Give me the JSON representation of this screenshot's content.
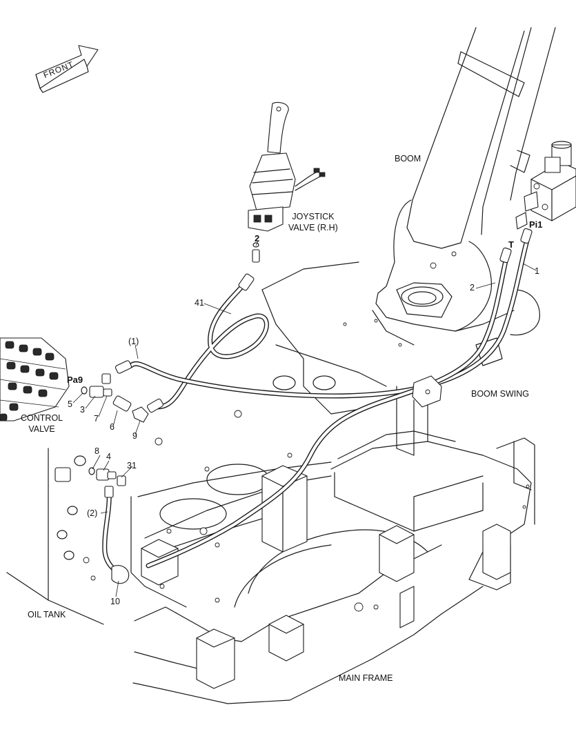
{
  "direction_arrow": {
    "label": "FRONT",
    "icon": "front-arrow-icon"
  },
  "components": {
    "boom": "BOOM",
    "joystick_line1": "JOYSTICK",
    "joystick_line2": "VALVE (R.H)",
    "boom_swing": "BOOM SWING",
    "control_valve_line1": "CONTROL",
    "control_valve_line2": "VALVE",
    "oil_tank": "OIL TANK",
    "main_frame": "MAIN FRAME"
  },
  "ports": {
    "pi1": "Pi1",
    "t": "T",
    "pa9": "Pa9",
    "joystick_port": "2"
  },
  "callouts": {
    "c1": "1",
    "c2": "2",
    "c41": "41",
    "c1_paren": "(1)",
    "c5": "5",
    "c3": "3",
    "c7": "7",
    "c6": "6",
    "c9": "9",
    "c8": "8",
    "c4": "4",
    "c31": "31",
    "c2_paren": "(2)",
    "c10": "10"
  }
}
